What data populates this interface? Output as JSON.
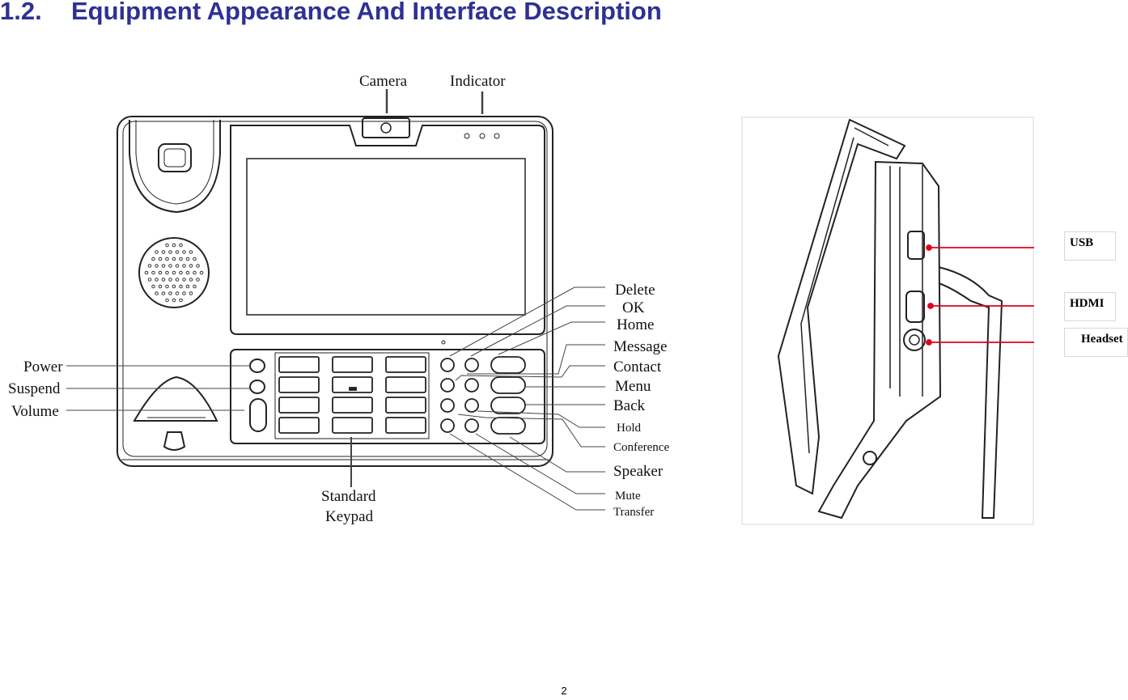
{
  "heading": {
    "number": "1.2.",
    "title": "Equipment Appearance And Interface Description"
  },
  "front_labels": {
    "camera": "Camera",
    "indicator": "Indicator",
    "power": "Power",
    "suspend": "Suspend",
    "volume": "Volume",
    "standard": "Standard",
    "keypad": "Keypad",
    "delete": "Delete",
    "ok": "OK",
    "home": "Home",
    "message": "Message",
    "contact": "Contact",
    "menu": "Menu",
    "back": "Back",
    "hold": "Hold",
    "conference": "Conference",
    "speaker": "Speaker",
    "mute": "Mute",
    "transfer": "Transfer"
  },
  "side_labels": {
    "usb": "USB",
    "hdmi": "HDMI",
    "headset": "Headset"
  },
  "colors": {
    "heading": "#2e3192",
    "callout": "#e4001b"
  },
  "page_number": "2"
}
